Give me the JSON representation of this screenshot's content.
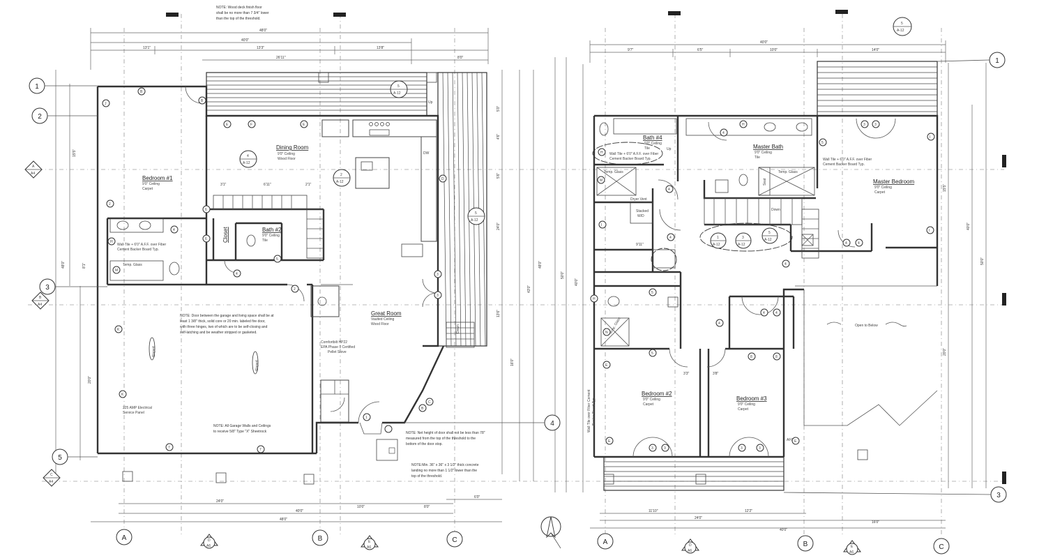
{
  "left_plan": {
    "notes": {
      "deck_l1": "NOTE: Wood deck finish floor",
      "deck_l2": "shall be no more than 7 3/4\" lower",
      "deck_l3": "than the top of the threshold.",
      "garage_l1": "NOTE: Door between the garage and living space shall be at",
      "garage_l2": "least 1 3/8\" thick, solid core or 20 min. labeled fire door,",
      "garage_l3": "with three hinges, two of which are to be self-closing and",
      "garage_l4": "self-latching and be weather stripped or gasketed.",
      "walls_l1": "NOTE: All Garage Walls and Ceilings",
      "walls_l2": "to receive 5/8\" Type \"X\" Sheetrock",
      "door_l1": "NOTE: Net height of door shall not be less than 78\"",
      "door_l2": "measured from the top of the threshold to the",
      "door_l3": "bottom of the door stop.",
      "landing_l1": "NOTE:Min. 36\" x 36\" x 3 1/2\" thick concrete",
      "landing_l2": "landing no more than 1 1/2\" lower than the",
      "landing_l3": "top of the threshold."
    },
    "rooms": {
      "dining": "Dining Room",
      "dining_c": "9'0\" Ceiling",
      "dining_f": "Wood Floor",
      "bed1": "Bedroom #1",
      "bed1_c": "9'0\" Ceiling",
      "bed1_f": "Carpet",
      "bath2": "Bath #2",
      "bath2_c": "9'0\" Ceiling",
      "bath2_f": "Tile",
      "closet": "Closet",
      "great": "Great Room",
      "great_c": "Vaulted Ceiling",
      "great_f": "Wood Floor"
    },
    "labels": {
      "wall_tile_l1": "Wall Tile + 6'0\" A.F.F. over Fiber",
      "wall_tile_l2": "Cement Backer Board Typ.",
      "temp_glass": "Temp. Glass",
      "stove_l1": "Comfortbilt HP22",
      "stove_l2": "EPA Phase II Certified",
      "stove_l3": "Pellet Stove",
      "panel_l1": "225 AMP Electrical",
      "panel_l2": "Service Panel",
      "sloped": "Sloped",
      "dw": "DW",
      "up": "Up",
      "down": "Down"
    },
    "dims": {
      "overall_top": "48'0\"",
      "top_40": "40'0\"",
      "top_131": "13'1\"",
      "top_133": "13'3\"",
      "top_138": "13'8\"",
      "top_2611": "26'11\"",
      "top_80": "8'0\"",
      "bot_240": "24'0\"",
      "bot_100": "10'0\"",
      "bot_400": "40'0\"",
      "bot_60": "6'0\"",
      "bot_480": "48'0\"",
      "bot_80": "8'0\"",
      "left_480": "48'0\"",
      "left_155": "15'5\"",
      "left_81": "8'1\"",
      "left_200": "20'0\"",
      "stair_31": "3'1\"",
      "stair_611": "6'11\"",
      "stair_21": "2'1\"",
      "right_50": "5'0\"",
      "right_46": "4'6\"",
      "right_56": "5'6\"",
      "right_240": "24'0\"",
      "right_136": "13'6\"",
      "right_160": "16'0\"",
      "right_430": "43'0\"",
      "right_480": "48'0\""
    }
  },
  "right_plan": {
    "rooms": {
      "bath4": "Bath #4",
      "bath4_c": "9'0\" Ceiling",
      "bath4_f": "Tile",
      "master_bath": "Master Bath",
      "master_bath_c": "9'0\" Ceiling",
      "master_bath_f": "Tile",
      "master_bed": "Master Bedroom",
      "master_bed_c": "9'0\" Ceiling",
      "master_bed_f": "Carpet",
      "bed2": "Bedroom #2",
      "bed2_c": "9'0\" Ceiling",
      "bed2_f": "Carpet",
      "bed3": "Bedroom #3",
      "bed3_c": "9'0\" Ceiling",
      "bed3_f": "Carpet",
      "open_below": "Open to Below"
    },
    "labels": {
      "wall_tile_l1": "Wall Tile + 6'0\" A.F.F. over Fiber",
      "wall_tile_l2": "Cement Backer Board Typ.",
      "temp_glass": "Temp. Glass",
      "seat": "Seat",
      "stacked": "Stacked",
      "wd": "W/D",
      "dryer_vent": "Dryer Vent",
      "down": "Down",
      "up": "Up",
      "vertical_l1": "Wall Tile over Fiber Cement",
      "vertical_l2": "Backer Board Typ.",
      "afci": "AFCI"
    },
    "dims": {
      "overall_top": "40'0\"",
      "top_97": "9'7\"",
      "top_65": "6'5\"",
      "top_100": "10'0\"",
      "top_140": "14'0\"",
      "bot_1110": "11'10\"",
      "bot_122": "12'2\"",
      "bot_240": "24'0\"",
      "bot_160": "16'0\"",
      "bot_400": "40'0\"",
      "dim_911": "9'11\"",
      "dim_33": "3'3\"",
      "dim_38": "3'8\"",
      "left_500": "50'0\"",
      "left_400": "40'0\"",
      "right_155": "15'5\"",
      "right_200": "20'0\"",
      "right_400": "40'0\"",
      "right_500": "50'0\""
    }
  },
  "grid": {
    "row_1": "1",
    "row_2": "2",
    "row_3": "3",
    "row_4": "4",
    "row_5": "5",
    "col_a": "A",
    "col_b": "B",
    "col_c": "C"
  },
  "sections": {
    "a": "A",
    "b": "B",
    "c": "C",
    "d": "D",
    "e": "E",
    "a4": "A4",
    "a6": "A6",
    "a12": "A-12"
  },
  "door_tags": {
    "b": "B",
    "c": "C",
    "d": "D",
    "e": "E",
    "f": "F",
    "h": "H",
    "i": "I",
    "j": "J",
    "k": "K",
    "m": "M",
    "n": "N"
  },
  "window_tags": {
    "one": "1",
    "two": "2",
    "three": "3",
    "four": "4",
    "five": "5",
    "six": "6",
    "seven": "7",
    "eight": "8"
  }
}
